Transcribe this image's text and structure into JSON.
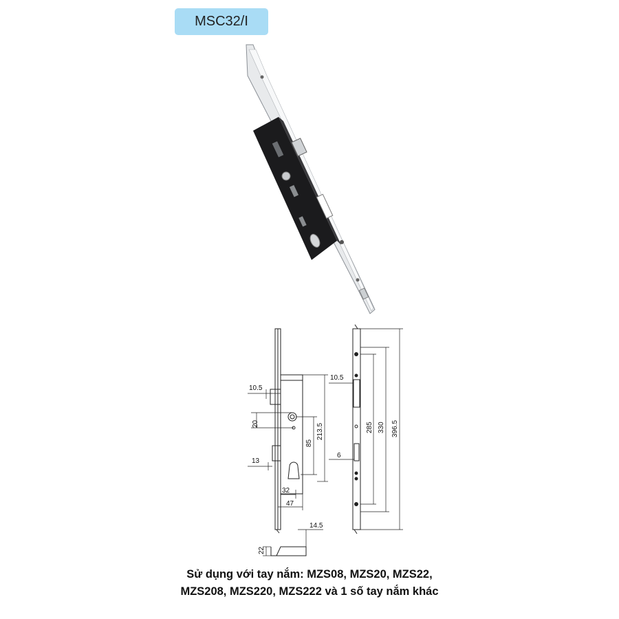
{
  "product": {
    "model": "MSC32/I"
  },
  "dimensions": {
    "backset_top": "10.5",
    "spindle_offset": "20",
    "center_85": "85",
    "total_213": "213.5",
    "latch_13": "13",
    "backset_32": "32",
    "backset_47": "47",
    "strike_14": "14.5",
    "strike_22": "22",
    "side_10": "10.5",
    "side_6": "6",
    "side_285": "285",
    "side_330": "330",
    "side_396": "396.5"
  },
  "caption": {
    "line1": "Sử dụng với tay nắm: MZS08, MZS20, MZS22,",
    "line2": "MZS208, MZS220, MZS222 và 1 số tay nắm khác"
  }
}
